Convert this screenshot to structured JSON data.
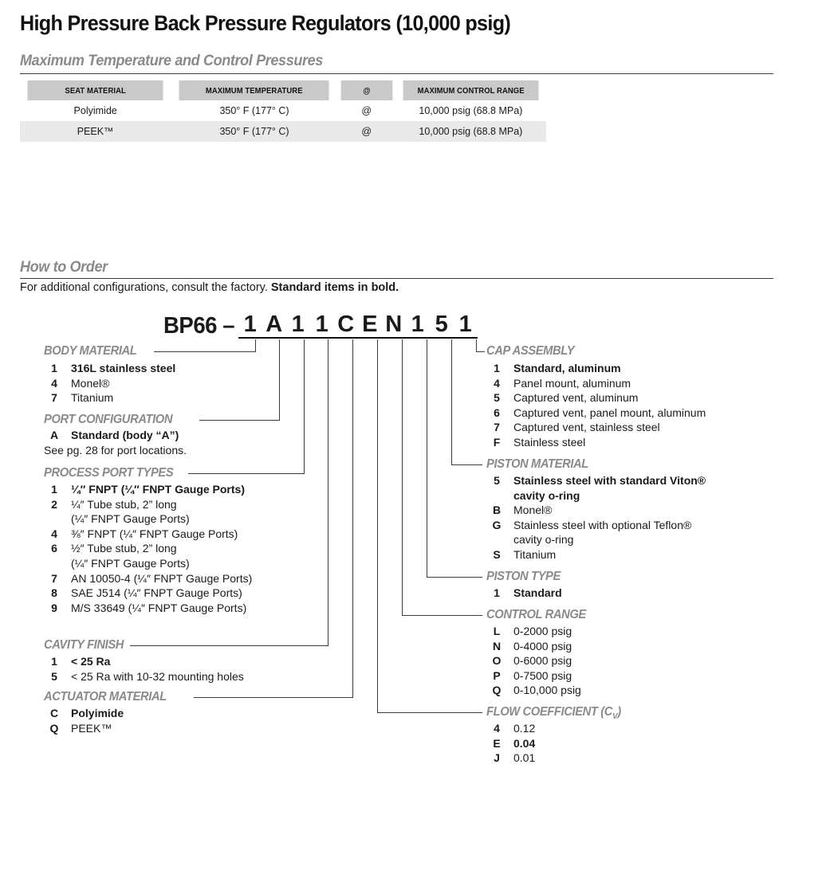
{
  "page": {
    "title": "High Pressure Back Pressure Regulators (10,000 psig)"
  },
  "sections": {
    "specs_heading": "Maximum Temperature and Control Pressures",
    "order_heading": "How to Order",
    "order_note_plain": "For additional configurations, consult the factory. ",
    "order_note_bold": "Standard items in bold."
  },
  "spec_table": {
    "columns": [
      "SEAT MATERIAL",
      "MAXIMUM TEMPERATURE",
      "@",
      "MAXIMUM CONTROL RANGE"
    ],
    "rows": [
      [
        "Polyimide",
        "350° F (177° C)",
        "@",
        "10,000 psig (68.8 MPa)"
      ],
      [
        "PEEK™",
        "350° F (177° C)",
        "@",
        "10,000 psig (68.8 MPa)"
      ]
    ]
  },
  "part_number": {
    "prefix": "BP66 –",
    "chars": [
      "1",
      "A",
      "1",
      "1",
      "C",
      "E",
      "N",
      "1",
      "5",
      "1"
    ]
  },
  "left_groups": [
    {
      "heading": "BODY MATERIAL",
      "options": [
        {
          "code": "1",
          "text": "316L stainless steel",
          "bold": true
        },
        {
          "code": "4",
          "text": "Monel®",
          "bold": false
        },
        {
          "code": "7",
          "text": "Titanium",
          "bold": false
        }
      ]
    },
    {
      "heading": "PORT CONFIGURATION",
      "options": [
        {
          "code": "A",
          "text": "Standard (body “A”)",
          "bold": true
        }
      ],
      "note": "See pg. 28 for port locations."
    },
    {
      "heading": "PROCESS PORT TYPES",
      "options": [
        {
          "code": "1",
          "text": "¼″ FNPT (¼″ FNPT Gauge Ports)",
          "bold": true
        },
        {
          "code": "2",
          "text": "¼″ Tube stub, 2” long",
          "bold": false,
          "cont": "(¼″ FNPT Gauge Ports)"
        },
        {
          "code": "4",
          "text": "⅜″ FNPT (¼″ FNPT Gauge Ports)",
          "bold": false
        },
        {
          "code": "6",
          "text": "½″ Tube stub, 2” long",
          "bold": false,
          "cont": "(¼″ FNPT Gauge Ports)"
        },
        {
          "code": "7",
          "text": "AN 10050-4 (¼″ FNPT Gauge Ports)",
          "bold": false
        },
        {
          "code": "8",
          "text": "SAE J514 (¼″ FNPT Gauge Ports)",
          "bold": false
        },
        {
          "code": "9",
          "text": "M/S 33649 (¼″ FNPT Gauge Ports)",
          "bold": false
        }
      ]
    },
    {
      "heading": "CAVITY FINISH",
      "options": [
        {
          "code": "1",
          "text": "< 25 Ra",
          "bold": true
        },
        {
          "code": "5",
          "text": "< 25 Ra with 10-32 mounting holes",
          "bold": false
        }
      ]
    },
    {
      "heading": "ACTUATOR MATERIAL",
      "options": [
        {
          "code": "C",
          "text": "Polyimide",
          "bold": true
        },
        {
          "code": "Q",
          "text": "PEEK™",
          "bold": false
        }
      ]
    }
  ],
  "right_groups": [
    {
      "heading": "CAP ASSEMBLY",
      "options": [
        {
          "code": "1",
          "text": "Standard, aluminum",
          "bold": true
        },
        {
          "code": "4",
          "text": "Panel mount, aluminum",
          "bold": false
        },
        {
          "code": "5",
          "text": "Captured vent, aluminum",
          "bold": false
        },
        {
          "code": "6",
          "text": "Captured vent, panel mount, aluminum",
          "bold": false
        },
        {
          "code": "7",
          "text": "Captured vent, stainless steel",
          "bold": false
        },
        {
          "code": "F",
          "text": "Stainless steel",
          "bold": false
        }
      ]
    },
    {
      "heading": "PISTON MATERIAL",
      "options": [
        {
          "code": "5",
          "text": "Stainless steel with standard Viton®",
          "bold": true,
          "cont": "cavity o-ring"
        },
        {
          "code": "B",
          "text": "Monel®",
          "bold": false
        },
        {
          "code": "G",
          "text": "Stainless steel with optional Teflon®",
          "bold": false,
          "cont": "cavity o-ring"
        },
        {
          "code": "S",
          "text": "Titanium",
          "bold": false
        }
      ]
    },
    {
      "heading": "PISTON TYPE",
      "options": [
        {
          "code": "1",
          "text": "Standard",
          "bold": true
        }
      ]
    },
    {
      "heading": "CONTROL RANGE",
      "options": [
        {
          "code": "L",
          "text": "0-2000 psig",
          "bold": false
        },
        {
          "code": "N",
          "text": "0-4000 psig",
          "bold": false
        },
        {
          "code": "O",
          "text": "0-6000 psig",
          "bold": false
        },
        {
          "code": "P",
          "text": "0-7500 psig",
          "bold": false
        },
        {
          "code": "Q",
          "text": "0-10,000 psig",
          "bold": false
        }
      ]
    },
    {
      "heading": "FLOW COEFFICIENT (C",
      "heading_sub": "V",
      "heading_tail": ")",
      "options": [
        {
          "code": "4",
          "text": "0.12",
          "bold": false
        },
        {
          "code": "E",
          "text": "0.04",
          "bold": true
        },
        {
          "code": "J",
          "text": "0.01",
          "bold": false
        }
      ]
    }
  ],
  "colors": {
    "heading_gray": "#8a8a8a",
    "table_header_bg": "#c9c9c9",
    "table_alt_bg": "#e9e9e9",
    "rule": "#3a3a3a"
  }
}
